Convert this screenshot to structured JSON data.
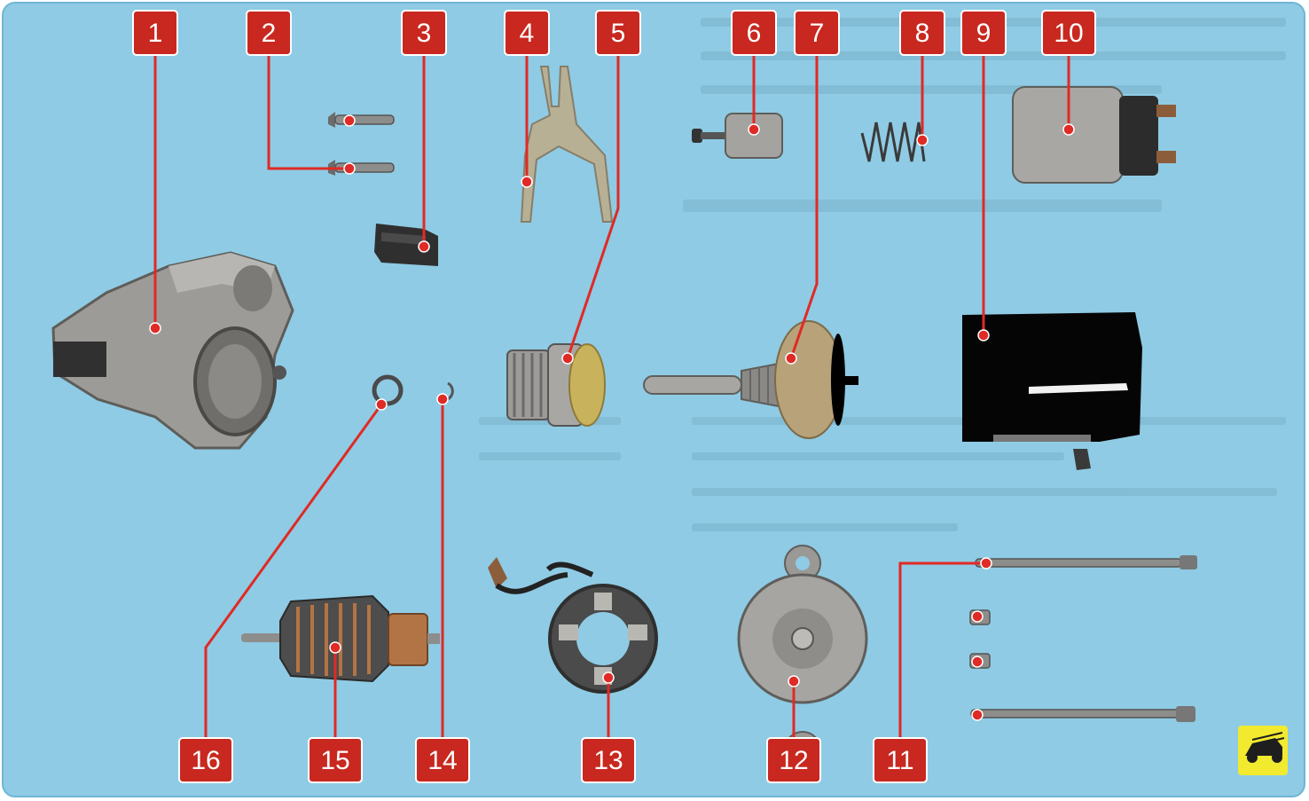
{
  "diagram": {
    "colors": {
      "background": "#8fcbe4",
      "leader": "#e02a25",
      "badge_fill": "#c8281f",
      "badge_text": "#ffffff",
      "metal": "#9a9a98",
      "dark": "#2b2b2b",
      "logo_bg": "#f1ea2f"
    },
    "callouts": [
      {
        "id": "callout-1",
        "number": "1"
      },
      {
        "id": "callout-2",
        "number": "2"
      },
      {
        "id": "callout-3",
        "number": "3"
      },
      {
        "id": "callout-4",
        "number": "4"
      },
      {
        "id": "callout-5",
        "number": "5"
      },
      {
        "id": "callout-6",
        "number": "6"
      },
      {
        "id": "callout-7",
        "number": "7"
      },
      {
        "id": "callout-8",
        "number": "8"
      },
      {
        "id": "callout-9",
        "number": "9"
      },
      {
        "id": "callout-10",
        "number": "10"
      },
      {
        "id": "callout-11",
        "number": "11"
      },
      {
        "id": "callout-12",
        "number": "12"
      },
      {
        "id": "callout-13",
        "number": "13"
      },
      {
        "id": "callout-14",
        "number": "14"
      },
      {
        "id": "callout-15",
        "number": "15"
      },
      {
        "id": "callout-16",
        "number": "16"
      }
    ],
    "logo_icon": "car-repair-logo-icon"
  }
}
